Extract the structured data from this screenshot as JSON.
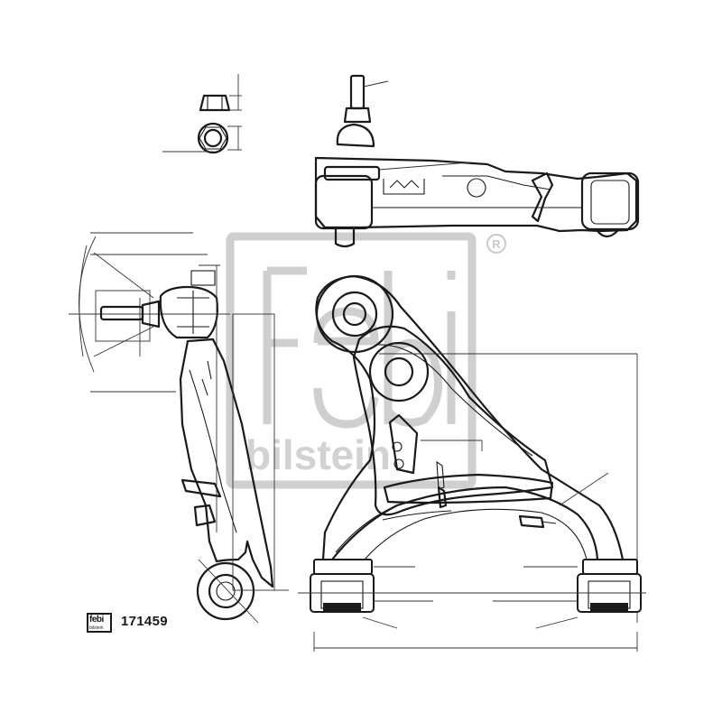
{
  "part_number": "171459",
  "logo": {
    "top": "febi",
    "bottom": "bilstein"
  },
  "watermark": {
    "brand": "febi",
    "sub": "bilstein",
    "registered": "®"
  },
  "colors": {
    "line": "#1a1a1a",
    "watermark": "#cfcfcf",
    "background": "#ffffff"
  }
}
